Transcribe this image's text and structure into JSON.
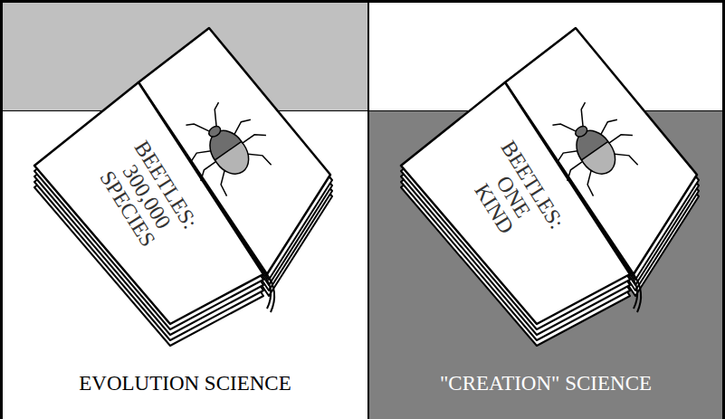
{
  "diagram": {
    "nodes": [
      {
        "text": [
          "EVOLUTION SCIENCE"
        ]
      },
      {
        "text": [
          "BEETLES: 300,000 SPECIES"
        ],
        "in": 0
      },
      {
        "text": [
          "\"CREATION\" SCIENCE"
        ]
      },
      {
        "text": [
          "BEETLES: ONE KIND"
        ],
        "in": 2
      }
    ]
  }
}
